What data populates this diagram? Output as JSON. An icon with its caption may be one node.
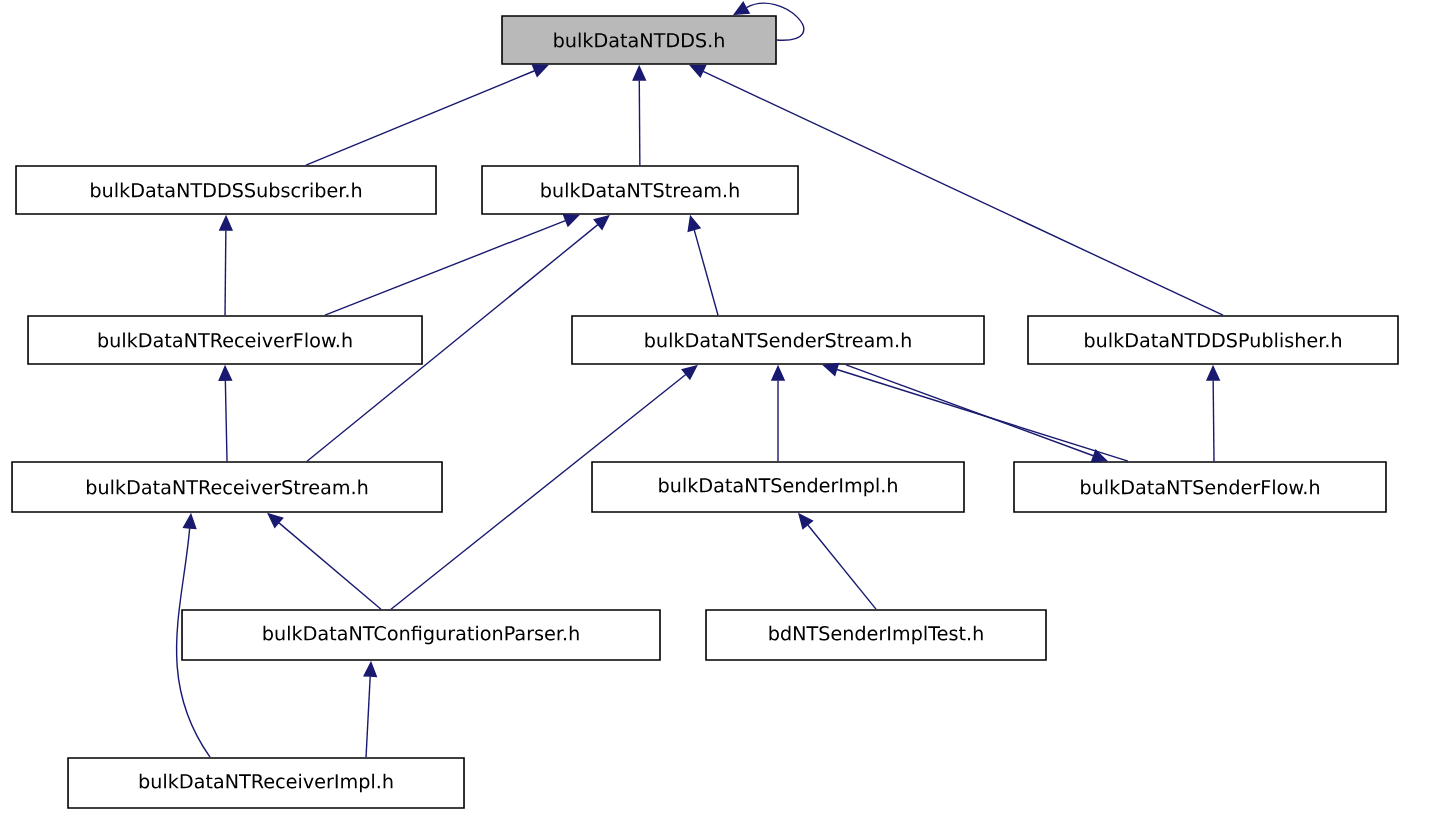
{
  "diagram": {
    "nodes": [
      {
        "text": [
          "bulkDataNTDDS.h"
        ]
      },
      {
        "text": [
          "bulkDataNTDDSSubscriber.h"
        ]
      },
      {
        "text": [
          "bulkDataNTStream.h"
        ]
      },
      {
        "text": [
          "bulkDataNTReceiverFlow.h"
        ]
      },
      {
        "text": [
          "bulkDataNTSenderStream.h"
        ]
      },
      {
        "text": [
          "bulkDataNTDDSPublisher.h"
        ]
      },
      {
        "text": [
          "bulkDataNTReceiverStream.h"
        ]
      },
      {
        "text": [
          "bulkDataNTSenderImpl.h"
        ]
      },
      {
        "text": [
          "bulkDataNTSenderFlow.h"
        ]
      },
      {
        "text": [
          "bulkDataNTConfigurationParser.h"
        ]
      },
      {
        "text": [
          "bdNTSenderImplTest.h"
        ]
      },
      {
        "text": [
          "bulkDataNTReceiverImpl.h"
        ]
      }
    ],
    "edges": [
      {
        "from": 0,
        "to": 0,
        "arrow": "to"
      },
      {
        "from": 1,
        "to": 0,
        "arrow": "to"
      },
      {
        "from": 2,
        "to": 0,
        "arrow": "to"
      },
      {
        "from": 5,
        "to": 0,
        "arrow": "to"
      },
      {
        "from": 3,
        "to": 1,
        "arrow": "to"
      },
      {
        "from": 3,
        "to": 2,
        "arrow": "to"
      },
      {
        "from": 4,
        "to": 2,
        "arrow": "to"
      },
      {
        "from": 6,
        "to": 2,
        "arrow": "to"
      },
      {
        "from": 6,
        "to": 3,
        "arrow": "to"
      },
      {
        "from": 7,
        "to": 4,
        "arrow": "to"
      },
      {
        "from": 8,
        "to": 4,
        "arrow": "to"
      },
      {
        "from": 9,
        "to": 4,
        "arrow": "to"
      },
      {
        "from": 4,
        "to": 8,
        "arrow": "to"
      },
      {
        "from": 8,
        "to": 5,
        "arrow": "to"
      },
      {
        "from": 9,
        "to": 6,
        "arrow": "to"
      },
      {
        "from": 11,
        "to": 6,
        "arrow": "to"
      },
      {
        "from": 10,
        "to": 7,
        "arrow": "to"
      },
      {
        "from": 11,
        "to": 9,
        "arrow": "to"
      }
    ]
  }
}
